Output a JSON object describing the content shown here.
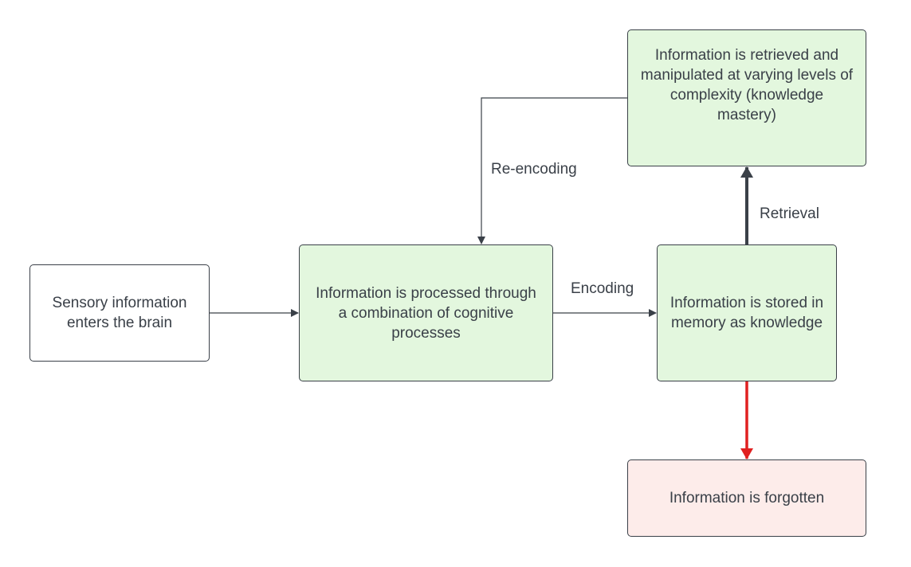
{
  "nodes": {
    "sensory": "Sensory information enters the brain",
    "processed": "Information is processed through a combination of cognitive processes",
    "stored": "Information is stored in memory as knowledge",
    "retrieved": "Information is retrieved and manipulated at varying levels of complexity (knowledge mastery)",
    "forgotten": "Information is forgotten"
  },
  "edges": {
    "encoding": "Encoding",
    "reencoding": "Re-encoding",
    "retrieval": "Retrieval"
  },
  "colors": {
    "stroke": "#3a4048",
    "green_fill": "#e3f7de",
    "red_fill": "#fdecea",
    "forget_arrow": "#e02020"
  }
}
